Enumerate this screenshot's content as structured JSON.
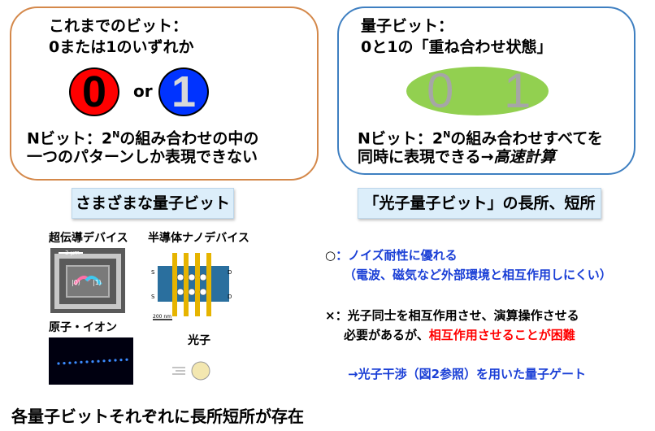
{
  "classic": {
    "title": "これまでのビット：",
    "subtitle": "0または1のいずれか",
    "bit0": "0",
    "or": "or",
    "bit1": "1",
    "line1_prefix": "Nビット：2",
    "line1_sup": "N",
    "line1_suffix": "の組み合わせの中の",
    "line2": "一つのパターンしか表現できない"
  },
  "quantum": {
    "title": "量子ビット：",
    "subtitle": "0と1の「重ね合わせ状態」",
    "digit0": "0",
    "digit1": "1",
    "line1_prefix": "Nビット：2",
    "line1_sup": "N",
    "line1_suffix": "の組み合わせすべてを",
    "line2_prefix": "同時に表現できる→",
    "line2_emph": "高速計算"
  },
  "labels": {
    "various": "さまざまな量子ビット",
    "photon": "「光子量子ビット」の長所、短所"
  },
  "devices": {
    "superconducting": "超伝導デバイス",
    "semiconductor": "半導体ナノデバイス",
    "atom_ion": "原子・イオン",
    "photon": "光子",
    "scale_3um": "3 μm",
    "scale_200nm": "200 nm",
    "state0": "|0⟩",
    "state1": "|1⟩"
  },
  "pros_cons": {
    "pro_mark": "○",
    "pro_text": "：ノイズ耐性に優れる",
    "pro_detail": "（電波、磁気など外部環境と相互作用しにくい）",
    "con_mark": "×",
    "con_text": "：光子同士を相互作用させ、演算操作させる",
    "con_detail_prefix": "必要があるが、",
    "con_detail_emph": "相互作用させることが困難",
    "gate": "→光子干渉（図2参照）を用いた量子ゲート"
  },
  "footer": "各量子ビットそれぞれに長所短所が存在",
  "colors": {
    "classic_border": "#d4884a",
    "quantum_border": "#3e7fc1",
    "bit0": "#ff0000",
    "bit1": "#0033ff",
    "superposition": "#92d050",
    "emphasis_red": "#ff0000",
    "emphasis_blue": "#1a3fd6",
    "label_bg": "#dceefa"
  }
}
